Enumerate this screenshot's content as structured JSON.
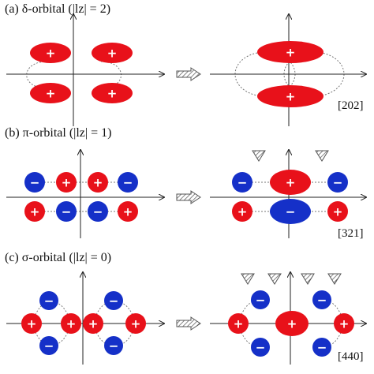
{
  "panels": {
    "delta": {
      "title": "(a) δ-orbital (|lz| = 2)",
      "tag": "[202]"
    },
    "pi": {
      "title": "(b) π-orbital (|lz| = 1)",
      "tag": "[321]"
    },
    "sigma": {
      "title": "(c) σ-orbital (|lz| = 0)",
      "tag": "[440]"
    }
  },
  "signs": {
    "plus": "+",
    "minus": "−"
  },
  "colors": {
    "positive": "#e8111a",
    "negative": "#1530c8",
    "axis": "#222222",
    "dotted": "#777777"
  },
  "icons": {
    "transition": "hatched-arrow-icon",
    "marker": "hatched-triangle-icon"
  }
}
